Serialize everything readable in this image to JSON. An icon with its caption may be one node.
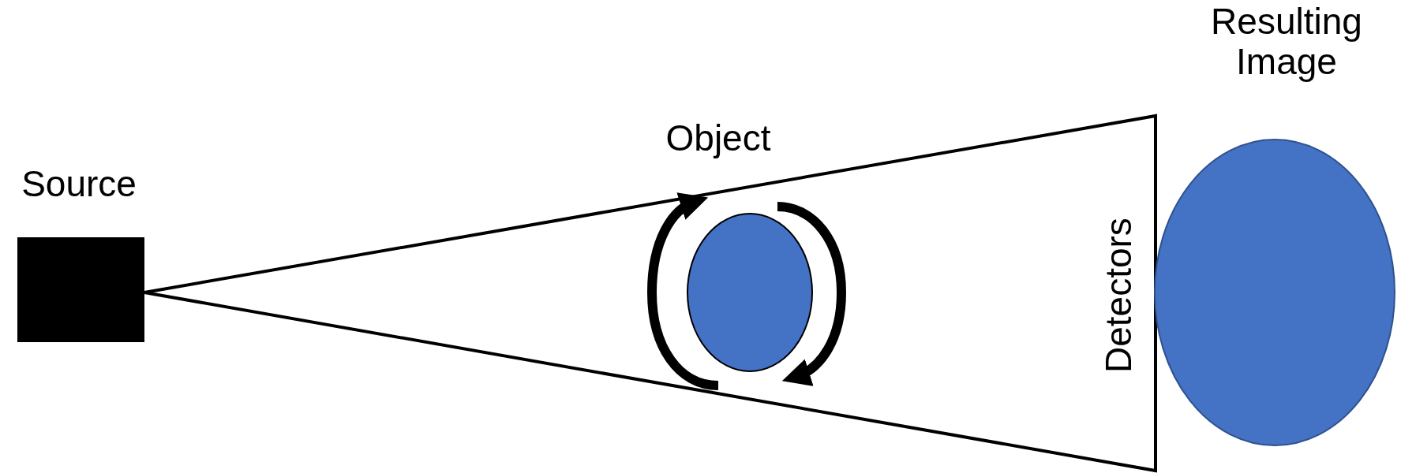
{
  "diagram": {
    "nodes": [
      {
        "text": [
          "Source"
        ]
      },
      {
        "text": [
          "Object"
        ]
      },
      {
        "text": [
          "Detectors"
        ]
      },
      {
        "text": [
          "Resulting Image"
        ]
      }
    ]
  }
}
